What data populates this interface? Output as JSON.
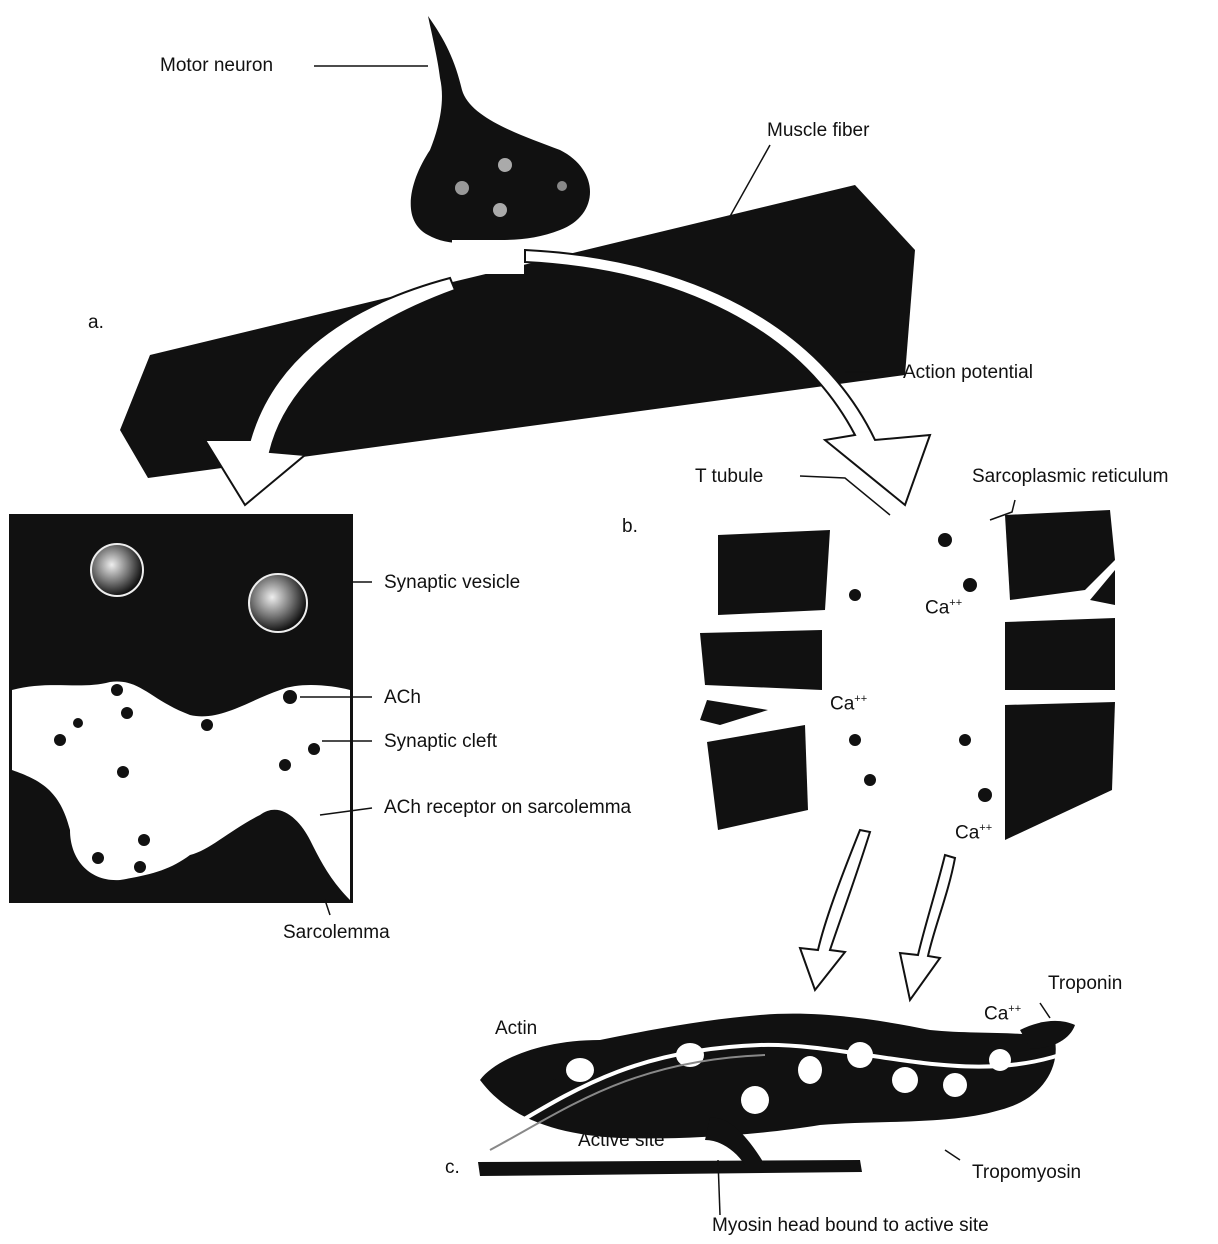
{
  "panel_a": {
    "letter": "a.",
    "motor_neuron": "Motor neuron",
    "muscle_fiber": "Muscle fiber",
    "action_potential": "Action potential"
  },
  "inset": {
    "synaptic_vesicle": "Synaptic vesicle",
    "ach": "ACh",
    "synaptic_cleft": "Synaptic cleft",
    "ach_receptor": "ACh receptor on sarcolemma",
    "sarcolemma": "Sarcolemma"
  },
  "panel_b": {
    "letter": "b.",
    "t_tubule": "T tubule",
    "sarcoplasmic_reticulum": "Sarcoplasmic reticulum",
    "ca_1": "Ca",
    "ca_1_sup": "++",
    "ca_2": "Ca",
    "ca_2_sup": "++",
    "ca_3": "Ca",
    "ca_3_sup": "++"
  },
  "panel_c": {
    "letter": "c.",
    "troponin": "Troponin",
    "ca": "Ca",
    "ca_sup": "++",
    "actin": "Actin",
    "active_site": "Active site",
    "tropomyosin": "Tropomyosin",
    "myosin_head": "Myosin head bound to active site"
  }
}
